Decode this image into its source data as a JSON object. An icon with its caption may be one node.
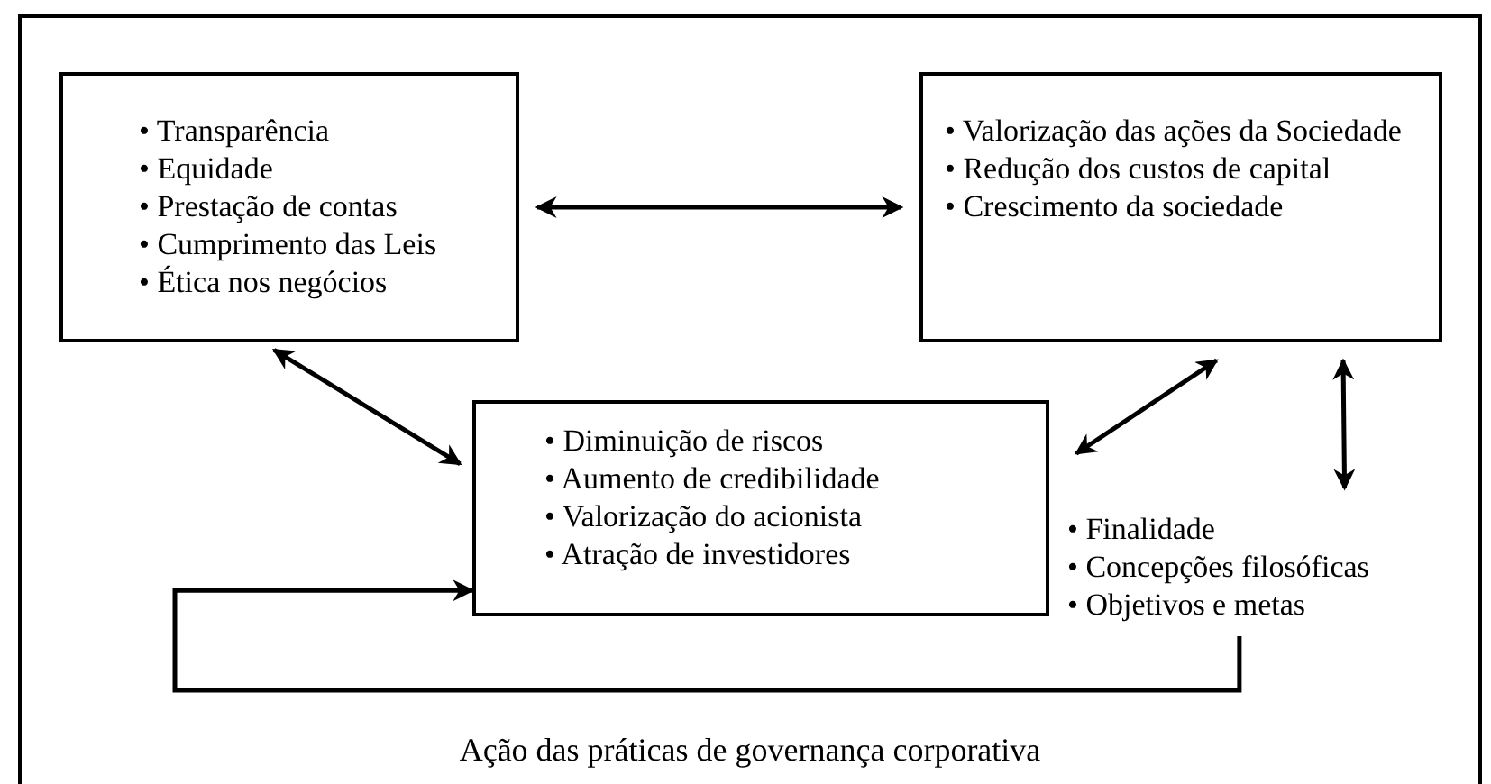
{
  "diagram": {
    "nodes": [
      {
        "text": [
          "Ação das práticas de governança corporativa"
        ]
      },
      {
        "text": [
          "• Transparência",
          "• Equidade",
          "• Prestação de contas",
          "• Cumprimento das Leis",
          "• Ética nos negócios"
        ],
        "in": 0
      },
      {
        "text": [
          "• Valorização das ações da Sociedade",
          "• Redução dos custos de capital",
          "• Crescimento da sociedade"
        ],
        "in": 0
      },
      {
        "text": [
          "• Diminuição de riscos",
          "• Aumento de credibilidade",
          "• Valorização do acionista",
          "• Atração de investidores"
        ],
        "in": 0
      },
      {
        "text": [
          "• Finalidade",
          "• Concepções filosóficas",
          "• Objetivos e metas"
        ],
        "in": 0
      }
    ],
    "edges": [
      {
        "from": 1,
        "to": 2,
        "arrow": "both"
      },
      {
        "from": 1,
        "to": 3,
        "arrow": "both"
      },
      {
        "from": 3,
        "to": 2,
        "arrow": "both"
      },
      {
        "from": 4,
        "to": 2,
        "arrow": "both"
      },
      {
        "from": 4,
        "to": 3,
        "arrow": "to"
      }
    ]
  }
}
